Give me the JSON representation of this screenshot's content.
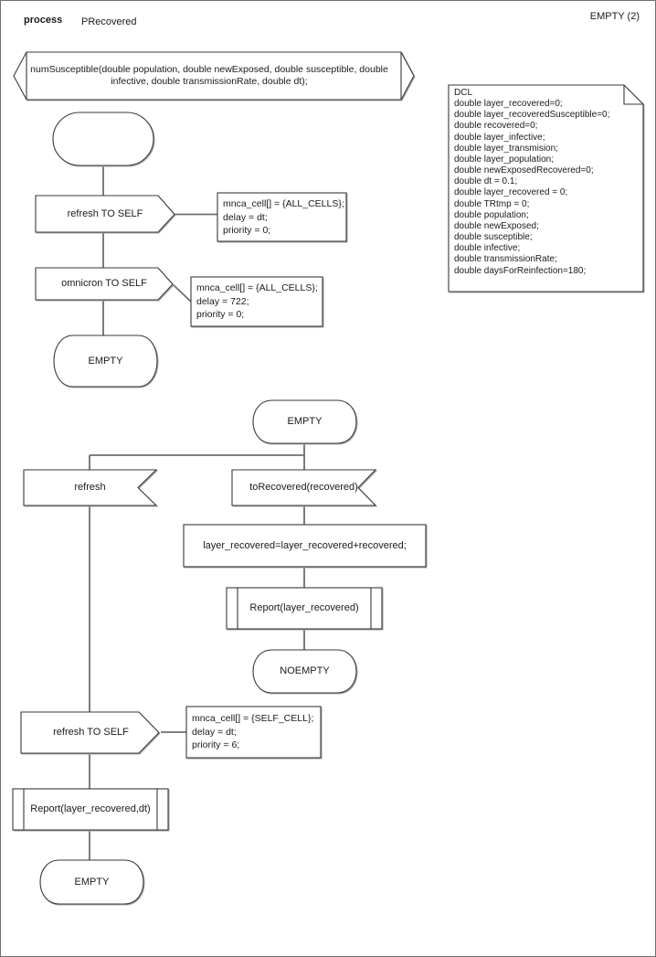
{
  "header": {
    "kind": "process",
    "name": "PRecovered",
    "page": "EMPTY (2)"
  },
  "declarations": {
    "procedure_signature": "numSusceptible(double population, double newExposed, double susceptible, double infective, double transmissionRate, double dt);",
    "dcl_text": "DCL\ndouble layer_recovered=0;\ndouble layer_recoveredSusceptible=0;\ndouble recovered=0;\ndouble layer_infective;\ndouble layer_transmision;\ndouble layer_population;\ndouble newExposedRecovered=0;\ndouble dt = 0.1;\ndouble layer_recovered = 0;\ndouble TRtmp = 0;\ndouble population;\ndouble newExposed;\ndouble susceptible;\ndouble infective;\ndouble transmissionRate;\ndouble daysForReinfection=180;"
  },
  "flow_top": {
    "output_refresh": "refresh TO SELF",
    "comment_refresh": "mnca_cell[] = {ALL_CELLS};\ndelay = dt;\npriority = 0;",
    "output_omnicron": "omnicron TO SELF",
    "comment_omnicron": "mnca_cell[] = {ALL_CELLS};\ndelay = 722;\npriority = 0;",
    "state_end": "EMPTY"
  },
  "flow_main": {
    "state_top": "EMPTY",
    "input_refresh": "refresh",
    "input_torecovered": "toRecovered(recovered)",
    "task_assign": "layer_recovered=layer_recovered+recovered;",
    "call_report": "Report(layer_recovered)",
    "state_noempty": "NOEMPTY",
    "output_refresh": "refresh TO SELF",
    "comment_refresh": "mnca_cell[] = {SELF_CELL};\ndelay = dt;\npriority = 6;",
    "call_report_dt": "Report(layer_recovered,dt)",
    "state_end": "EMPTY"
  }
}
